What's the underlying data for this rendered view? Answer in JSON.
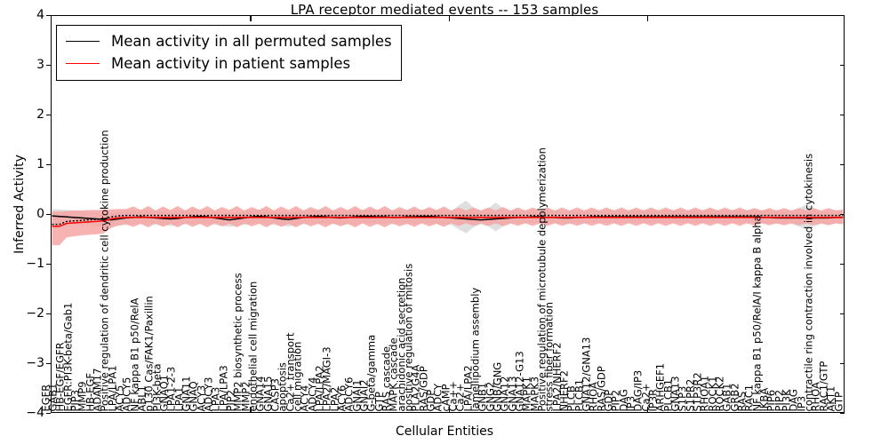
{
  "chart_data": {
    "type": "line",
    "title": "LPA receptor mediated events -- 153 samples",
    "xlabel": "Cellular Entities",
    "ylabel": "Inferred Activity",
    "ylim": [
      -4,
      4
    ],
    "yticks": [
      4,
      3,
      2,
      1,
      0,
      -1,
      -2,
      -3,
      -4
    ],
    "grid": false,
    "legend_position": "upper left",
    "legend": [
      {
        "name": "Mean activity in all permuted samples",
        "color": "#000000"
      },
      {
        "name": "Mean activity in patient samples",
        "color": "#ff0000"
      }
    ],
    "categories": [
      "EGFR",
      "GAB1",
      "HB-EGF/EGFR",
      "EGFR:PI3K-beta/Gab1",
      "PIP3",
      "MMP9",
      "HB-EGF",
      "ADAM17",
      "Positive regulation of dendritic cell cytokine production",
      "LPA/LPA1",
      "ACY5",
      "ADCY5",
      "NF kappa B1 p50/RelA",
      "ABL1",
      "p130 Cas/FAK1/Paxillin",
      "PI3K-beta",
      "GNAQ1",
      "LPA1-2-3",
      "LPA1",
      "GNA11",
      "GNAQ",
      "ACY3",
      "ADCY3",
      "LPA3",
      "LPA/LPA3",
      "PIP2",
      "MMP2 biosynthetic process",
      "MMP2",
      "endothelial cell migration",
      "GNA14",
      "GNA15",
      "CASP3",
      "apoptosis",
      "Ca2+ transport",
      "cell migration",
      "ACY4",
      "ADCY4",
      "LPA/LPA2",
      "LPA2/MAGI-3",
      "LPA2",
      "ACY6",
      "ADCY6",
      "GNAI1",
      "GNAI2",
      "G-beta/gamma",
      "GTP",
      "RAS cascade",
      "MAPK cascade",
      "arachidonic acid secretion",
      "positive regulation of mitosis",
      "PLA2G4A",
      "RAS/GDP",
      "GDP",
      "ADCY",
      "cAMP",
      "Ca++",
      "Ca2+",
      "LPA/LPA2",
      "lamellipodium assembly",
      "GNB1",
      "GNG2",
      "GNB/GNG",
      "GNA12",
      "GNA13",
      "GNA12-G13",
      "MAPK1",
      "MAPK3",
      "Positive regulation of microtubule depolymerization",
      "stress fiber formation",
      "LPA2/NHERF2",
      "NHERF2",
      "PLCB",
      "PLCB1",
      "GNA12/GNA13",
      "RHOA",
      "RAS/GDP",
      "GDP",
      "PIP2",
      "DAG",
      "IP3",
      "DAG/IP3",
      "Ca2+",
      "IP3R",
      "ARHGEF1",
      "PLCB1",
      "GNA13",
      "S1P3",
      "S1PR2",
      "S1P3R2",
      "RHOA1",
      "ROCK1",
      "ROCK2",
      "GAB1",
      "GRB2",
      "RAS",
      "RAC1",
      "NF kappa B1 p50/RelA/I kappa B alpha",
      "IKBA",
      "PIP6",
      "PIP2",
      "PI3K",
      "DAG",
      "IP3",
      "contractile ring contraction involved in cytokinesis",
      "RHOA",
      "RAC1/GTP",
      "AKT1",
      "GTP"
    ],
    "series": [
      {
        "name": "Mean activity in all permuted samples",
        "color": "#000000",
        "band_color": "#d9d9d9",
        "values": [
          -0.03,
          -0.04,
          -0.05,
          -0.06,
          -0.07,
          -0.08,
          -0.09,
          -0.1,
          -0.11,
          -0.09,
          -0.07,
          -0.06,
          -0.05,
          -0.06,
          -0.07,
          -0.08,
          -0.09,
          -0.08,
          -0.06,
          -0.05,
          -0.04,
          -0.05,
          -0.07,
          -0.09,
          -0.11,
          -0.09,
          -0.07,
          -0.05,
          -0.04,
          -0.05,
          -0.07,
          -0.09,
          -0.1,
          -0.08,
          -0.06,
          -0.05,
          -0.04,
          -0.05,
          -0.06,
          -0.07,
          -0.06,
          -0.05,
          -0.04,
          -0.04,
          -0.05,
          -0.05,
          -0.06,
          -0.06,
          -0.05,
          -0.05,
          -0.04,
          -0.04,
          -0.05,
          -0.06,
          -0.07,
          -0.08,
          -0.09,
          -0.1,
          -0.11,
          -0.1,
          -0.09,
          -0.08,
          -0.07,
          -0.06,
          -0.06,
          -0.05,
          -0.05,
          -0.06,
          -0.06,
          -0.07,
          -0.07,
          -0.06,
          -0.06,
          -0.05,
          -0.05,
          -0.05,
          -0.05,
          -0.05,
          -0.05,
          -0.05,
          -0.05,
          -0.05,
          -0.05,
          -0.05,
          -0.05,
          -0.05,
          -0.05,
          -0.05,
          -0.05,
          -0.05,
          -0.05,
          -0.05,
          -0.05,
          -0.05,
          -0.05,
          -0.05,
          -0.06,
          -0.06,
          -0.07,
          -0.07,
          -0.07,
          -0.07,
          -0.07,
          -0.07,
          -0.07,
          -0.07,
          -0.06,
          -0.06
        ],
        "band_lo": [
          -0.17,
          -0.18,
          -0.19,
          -0.2,
          -0.21,
          -0.22,
          -0.23,
          -0.24,
          -0.25,
          -0.23,
          -0.21,
          -0.2,
          -0.19,
          -0.2,
          -0.21,
          -0.22,
          -0.23,
          -0.22,
          -0.2,
          -0.19,
          -0.18,
          -0.19,
          -0.21,
          -0.23,
          -0.25,
          -0.23,
          -0.21,
          -0.19,
          -0.18,
          -0.19,
          -0.21,
          -0.23,
          -0.24,
          -0.22,
          -0.2,
          -0.19,
          -0.18,
          -0.19,
          -0.2,
          -0.21,
          -0.2,
          -0.19,
          -0.18,
          -0.18,
          -0.19,
          -0.19,
          -0.2,
          -0.2,
          -0.19,
          -0.19,
          -0.18,
          -0.18,
          -0.19,
          -0.2,
          -0.21,
          -0.3,
          -0.38,
          -0.26,
          -0.2,
          -0.24,
          -0.34,
          -0.24,
          -0.19,
          -0.18,
          -0.18,
          -0.17,
          -0.17,
          -0.18,
          -0.18,
          -0.19,
          -0.19,
          -0.18,
          -0.18,
          -0.17,
          -0.17,
          -0.17,
          -0.17,
          -0.17,
          -0.17,
          -0.17,
          -0.17,
          -0.17,
          -0.17,
          -0.17,
          -0.17,
          -0.17,
          -0.17,
          -0.17,
          -0.17,
          -0.17,
          -0.17,
          -0.17,
          -0.17,
          -0.17,
          -0.17,
          -0.17,
          -0.18,
          -0.18,
          -0.19,
          -0.19,
          -0.19,
          -0.24,
          -0.3,
          -0.24,
          -0.19,
          -0.19,
          -0.18,
          -0.18
        ],
        "band_hi": [
          0.11,
          0.1,
          0.09,
          0.08,
          0.07,
          0.06,
          0.05,
          0.04,
          0.03,
          0.05,
          0.07,
          0.08,
          0.09,
          0.08,
          0.07,
          0.06,
          0.05,
          0.06,
          0.08,
          0.09,
          0.1,
          0.09,
          0.07,
          0.05,
          0.03,
          0.05,
          0.07,
          0.09,
          0.1,
          0.09,
          0.07,
          0.05,
          0.04,
          0.06,
          0.08,
          0.09,
          0.1,
          0.09,
          0.08,
          0.07,
          0.08,
          0.09,
          0.1,
          0.1,
          0.09,
          0.09,
          0.08,
          0.08,
          0.09,
          0.09,
          0.1,
          0.1,
          0.09,
          0.08,
          0.07,
          0.18,
          0.28,
          0.14,
          0.07,
          0.12,
          0.24,
          0.13,
          0.07,
          0.08,
          0.08,
          0.09,
          0.09,
          0.08,
          0.08,
          0.07,
          0.07,
          0.08,
          0.08,
          0.09,
          0.09,
          0.09,
          0.09,
          0.09,
          0.09,
          0.09,
          0.09,
          0.09,
          0.09,
          0.09,
          0.09,
          0.09,
          0.09,
          0.09,
          0.09,
          0.09,
          0.09,
          0.09,
          0.09,
          0.09,
          0.09,
          0.09,
          0.08,
          0.08,
          0.07,
          0.07,
          0.07,
          0.13,
          0.2,
          0.13,
          0.07,
          0.07,
          0.08,
          0.08
        ]
      },
      {
        "name": "Mean activity in patient samples",
        "color": "#ff0000",
        "band_color": "#f4a6a3",
        "values": [
          -0.24,
          -0.24,
          -0.18,
          -0.17,
          -0.16,
          -0.15,
          -0.14,
          -0.13,
          -0.09,
          -0.07,
          -0.06,
          -0.06,
          -0.06,
          -0.06,
          -0.06,
          -0.06,
          -0.06,
          -0.06,
          -0.06,
          -0.06,
          -0.06,
          -0.06,
          -0.06,
          -0.06,
          -0.06,
          -0.06,
          -0.06,
          -0.06,
          -0.06,
          -0.06,
          -0.06,
          -0.06,
          -0.06,
          -0.06,
          -0.06,
          -0.06,
          -0.06,
          -0.06,
          -0.06,
          -0.06,
          -0.06,
          -0.06,
          -0.06,
          -0.06,
          -0.06,
          -0.06,
          -0.06,
          -0.06,
          -0.06,
          -0.06,
          -0.06,
          -0.06,
          -0.06,
          -0.06,
          -0.06,
          -0.06,
          -0.06,
          -0.06,
          -0.06,
          -0.06,
          -0.06,
          -0.06,
          -0.06,
          -0.06,
          -0.06,
          -0.06,
          -0.06,
          -0.06,
          -0.06,
          -0.06,
          -0.06,
          -0.06,
          -0.06,
          -0.06,
          -0.06,
          -0.06,
          -0.06,
          -0.06,
          -0.06,
          -0.06,
          -0.06,
          -0.06,
          -0.06,
          -0.06,
          -0.06,
          -0.06,
          -0.06,
          -0.06,
          -0.06,
          -0.06,
          -0.06,
          -0.06,
          -0.06,
          -0.06,
          -0.06,
          -0.06,
          -0.06,
          -0.06,
          -0.06,
          -0.06,
          -0.06,
          -0.06,
          -0.06,
          -0.06,
          -0.06,
          -0.06,
          -0.06,
          -0.06
        ],
        "band_lo": [
          -0.62,
          -0.62,
          -0.46,
          -0.44,
          -0.42,
          -0.41,
          -0.4,
          -0.38,
          -0.27,
          -0.22,
          -0.2,
          -0.25,
          -0.19,
          -0.26,
          -0.18,
          -0.25,
          -0.19,
          -0.26,
          -0.18,
          -0.25,
          -0.19,
          -0.26,
          -0.18,
          -0.24,
          -0.19,
          -0.26,
          -0.18,
          -0.24,
          -0.19,
          -0.26,
          -0.18,
          -0.25,
          -0.19,
          -0.26,
          -0.18,
          -0.24,
          -0.19,
          -0.26,
          -0.18,
          -0.24,
          -0.19,
          -0.26,
          -0.18,
          -0.25,
          -0.19,
          -0.26,
          -0.18,
          -0.24,
          -0.19,
          -0.25,
          -0.18,
          -0.24,
          -0.19,
          -0.25,
          -0.18,
          -0.23,
          -0.18,
          -0.23,
          -0.18,
          -0.23,
          -0.18,
          -0.24,
          -0.18,
          -0.23,
          -0.18,
          -0.23,
          -0.18,
          -0.23,
          -0.18,
          -0.23,
          -0.18,
          -0.23,
          -0.18,
          -0.23,
          -0.18,
          -0.23,
          -0.18,
          -0.23,
          -0.18,
          -0.23,
          -0.18,
          -0.23,
          -0.18,
          -0.23,
          -0.18,
          -0.23,
          -0.18,
          -0.23,
          -0.18,
          -0.23,
          -0.18,
          -0.23,
          -0.18,
          -0.23,
          -0.18,
          -0.22,
          -0.18,
          -0.22,
          -0.18,
          -0.22,
          -0.18,
          -0.22,
          -0.18,
          -0.22,
          -0.18,
          -0.22,
          -0.18,
          -0.2
        ],
        "band_hi": [
          0.06,
          0.06,
          0.07,
          0.08,
          0.08,
          0.09,
          0.09,
          0.1,
          0.1,
          0.11,
          0.11,
          0.16,
          0.09,
          0.17,
          0.08,
          0.16,
          0.09,
          0.17,
          0.08,
          0.16,
          0.09,
          0.17,
          0.08,
          0.15,
          0.09,
          0.17,
          0.08,
          0.15,
          0.09,
          0.17,
          0.08,
          0.16,
          0.09,
          0.17,
          0.08,
          0.15,
          0.09,
          0.17,
          0.08,
          0.15,
          0.09,
          0.17,
          0.08,
          0.16,
          0.09,
          0.17,
          0.08,
          0.15,
          0.09,
          0.16,
          0.08,
          0.15,
          0.09,
          0.16,
          0.08,
          0.14,
          0.08,
          0.14,
          0.08,
          0.14,
          0.08,
          0.15,
          0.08,
          0.14,
          0.08,
          0.14,
          0.08,
          0.14,
          0.08,
          0.14,
          0.08,
          0.14,
          0.08,
          0.14,
          0.08,
          0.14,
          0.08,
          0.14,
          0.08,
          0.14,
          0.08,
          0.14,
          0.08,
          0.14,
          0.08,
          0.14,
          0.08,
          0.14,
          0.08,
          0.14,
          0.08,
          0.14,
          0.08,
          0.14,
          0.08,
          0.13,
          0.08,
          0.13,
          0.08,
          0.13,
          0.08,
          0.13,
          0.08,
          0.13,
          0.08,
          0.13,
          0.08,
          0.1
        ]
      }
    ]
  }
}
